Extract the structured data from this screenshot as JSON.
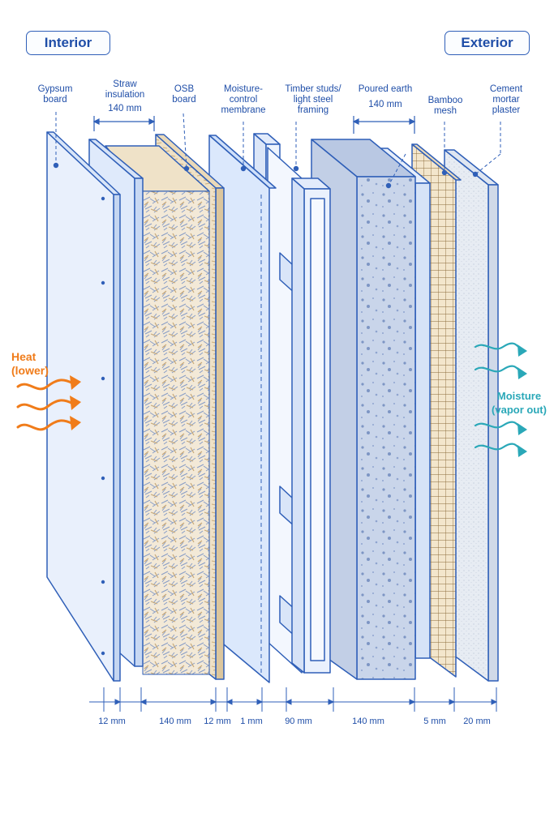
{
  "header": {
    "interior": "Interior",
    "exterior": "Exterior"
  },
  "labels": {
    "gypsum": "Gypsum board",
    "straw": "Straw insulation",
    "straw_thickness": "140 mm",
    "osb": "OSB board",
    "membrane": "Moisture-control membrane",
    "studs": "Timber studs/ light steel framing",
    "earth": "Poured earth",
    "earth_thickness": "140 mm",
    "bamboo": "Bamboo mesh",
    "plaster": "Cement mortar plaster"
  },
  "dimensions": {
    "gypsum": "12 mm",
    "straw": "140 mm",
    "osb": "12 mm",
    "membrane": "1 mm",
    "studs": "90 mm",
    "earth": "140 mm",
    "bamboo": "5 mm",
    "plaster": "20 mm"
  },
  "flows": {
    "heat": "Heat (lower)",
    "moisture": "Moisture (vapor out)"
  },
  "colors": {
    "line": "#2f5fb8",
    "text": "#1f4ea8",
    "heat": "#f07c1a",
    "moisture": "#2aa8b8",
    "layer_fill": "#e4eefc"
  }
}
